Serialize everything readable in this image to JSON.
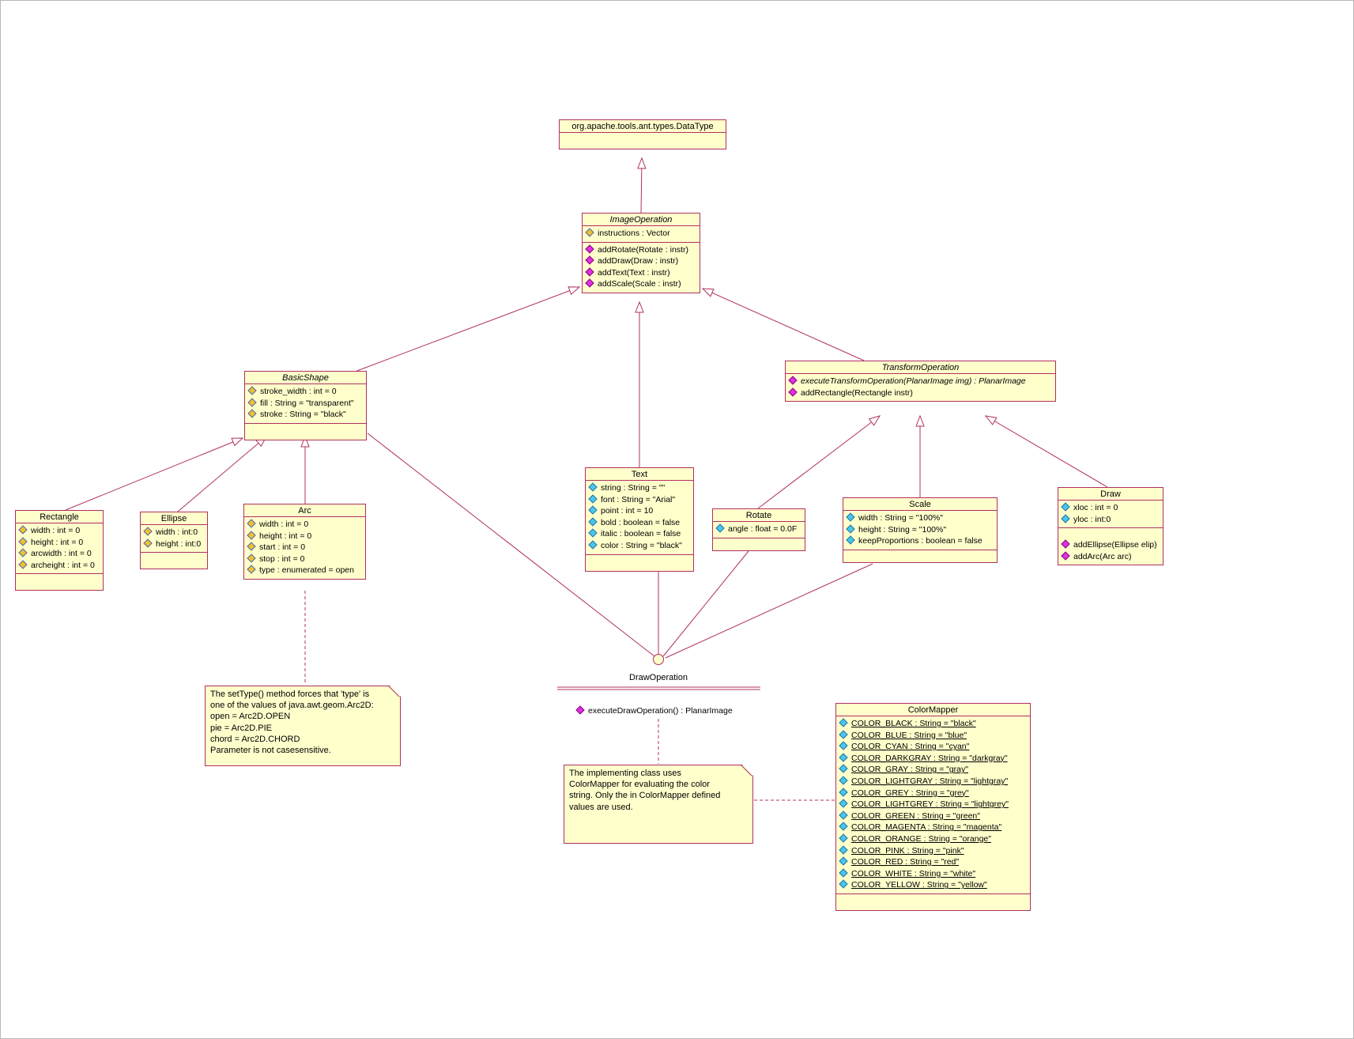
{
  "diagram": {
    "colors": {
      "box_fill": "#FFFFCC",
      "line": "#B03060",
      "text": "#000000",
      "operation_icon": "#DD33DD",
      "protected_attribute_icon": "#F0C030",
      "public_attribute_icon": "#48C8E8"
    },
    "icons": {
      "protected-attribute-icon": "small yellow diamond/key",
      "public-attribute-icon": "small cyan diamond",
      "operation-icon": "small magenta diamond",
      "interface-circle-icon": "lollipop circle",
      "generalization-arrow-icon": "open triangle",
      "note-fold-icon": "folded paper corner"
    }
  },
  "classes": {
    "datatype": {
      "name": "org.apache.tools.ant.types.DataType"
    },
    "image_operation": {
      "name": "ImageOperation",
      "attributes": [
        "instructions : Vector"
      ],
      "methods": [
        "addRotate(Rotate : instr)",
        "addDraw(Draw : instr)",
        "addText(Text : instr)",
        "addScale(Scale : instr)"
      ]
    },
    "basic_shape": {
      "name": "BasicShape",
      "attributes": [
        "stroke_width : int = 0",
        "fill : String = \"transparent\"",
        "stroke : String = \"black\""
      ]
    },
    "transform_operation": {
      "name": "TransformOperation",
      "methods": [
        "executeTransformOperation(PlanarImage img) : PlanarImage",
        "addRectangle(Rectangle instr)"
      ]
    },
    "rectangle": {
      "name": "Rectangle",
      "attributes": [
        "width : int = 0",
        "height : int = 0",
        "arcwidth : int = 0",
        "archeight : int = 0"
      ]
    },
    "ellipse": {
      "name": "Ellipse",
      "attributes": [
        "width : int:0",
        "height : int:0"
      ]
    },
    "arc": {
      "name": "Arc",
      "attributes": [
        "width : int = 0",
        "height : int = 0",
        "start : int = 0",
        "stop : int = 0",
        "type : enumerated = open"
      ]
    },
    "text": {
      "name": "Text",
      "attributes": [
        "string : String = \"\"",
        "font : String = \"Arial\"",
        "point : int = 10",
        "bold : boolean = false",
        "italic : boolean = false",
        "color : String = \"black\""
      ]
    },
    "rotate": {
      "name": "Rotate",
      "attributes": [
        "angle : float = 0.0F"
      ]
    },
    "scale": {
      "name": "Scale",
      "attributes": [
        "width : String = \"100%\"",
        "height : String = \"100%\"",
        "keepProportions : boolean = false"
      ]
    },
    "draw": {
      "name": "Draw",
      "attributes": [
        "xloc : int = 0",
        "yloc : int:0"
      ],
      "methods": [
        "addEllipse(Ellipse elip)",
        "addArc(Arc arc)"
      ]
    },
    "color_mapper": {
      "name": "ColorMapper",
      "attributes": [
        "COLOR_BLACK : String = \"black\"",
        "COLOR_BLUE : String = \"blue\"",
        "COLOR_CYAN : String = \"cyan\"",
        "COLOR_DARKGRAY : String = \"darkgray\"",
        "COLOR_GRAY : String = \"gray\"",
        "COLOR_LIGHTGRAY : String = \"lightgray\"",
        "COLOR_GREY : String = \"grey\"",
        "COLOR_LIGHTGREY : String = \"lightgrey\"",
        "COLOR_GREEN : String = \"green\"",
        "COLOR_MAGENTA : String = \"magenta\"",
        "COLOR_ORANGE : String = \"orange\"",
        "COLOR_PINK : String = \"pink\"",
        "COLOR_RED : String = \"red\"",
        "COLOR_WHITE : String = \"white\"",
        "COLOR_YELLOW : String = \"yellow\""
      ]
    }
  },
  "interface_lollipop": {
    "name": "DrawOperation",
    "methods": [
      "executeDrawOperation() : PlanarImage"
    ]
  },
  "notes": {
    "arc_note": "The setType() method forces that 'type' is\none of the values of java.awt.geom.Arc2D:\nopen =  Arc2D.OPEN\npie = Arc2D.PIE\nchord = Arc2D.CHORD\nParameter is not casesensitive.",
    "color_note": "The implementing class uses\nColorMapper for evaluating the color\nstring. Only the in ColorMapper defined\nvalues are used."
  }
}
